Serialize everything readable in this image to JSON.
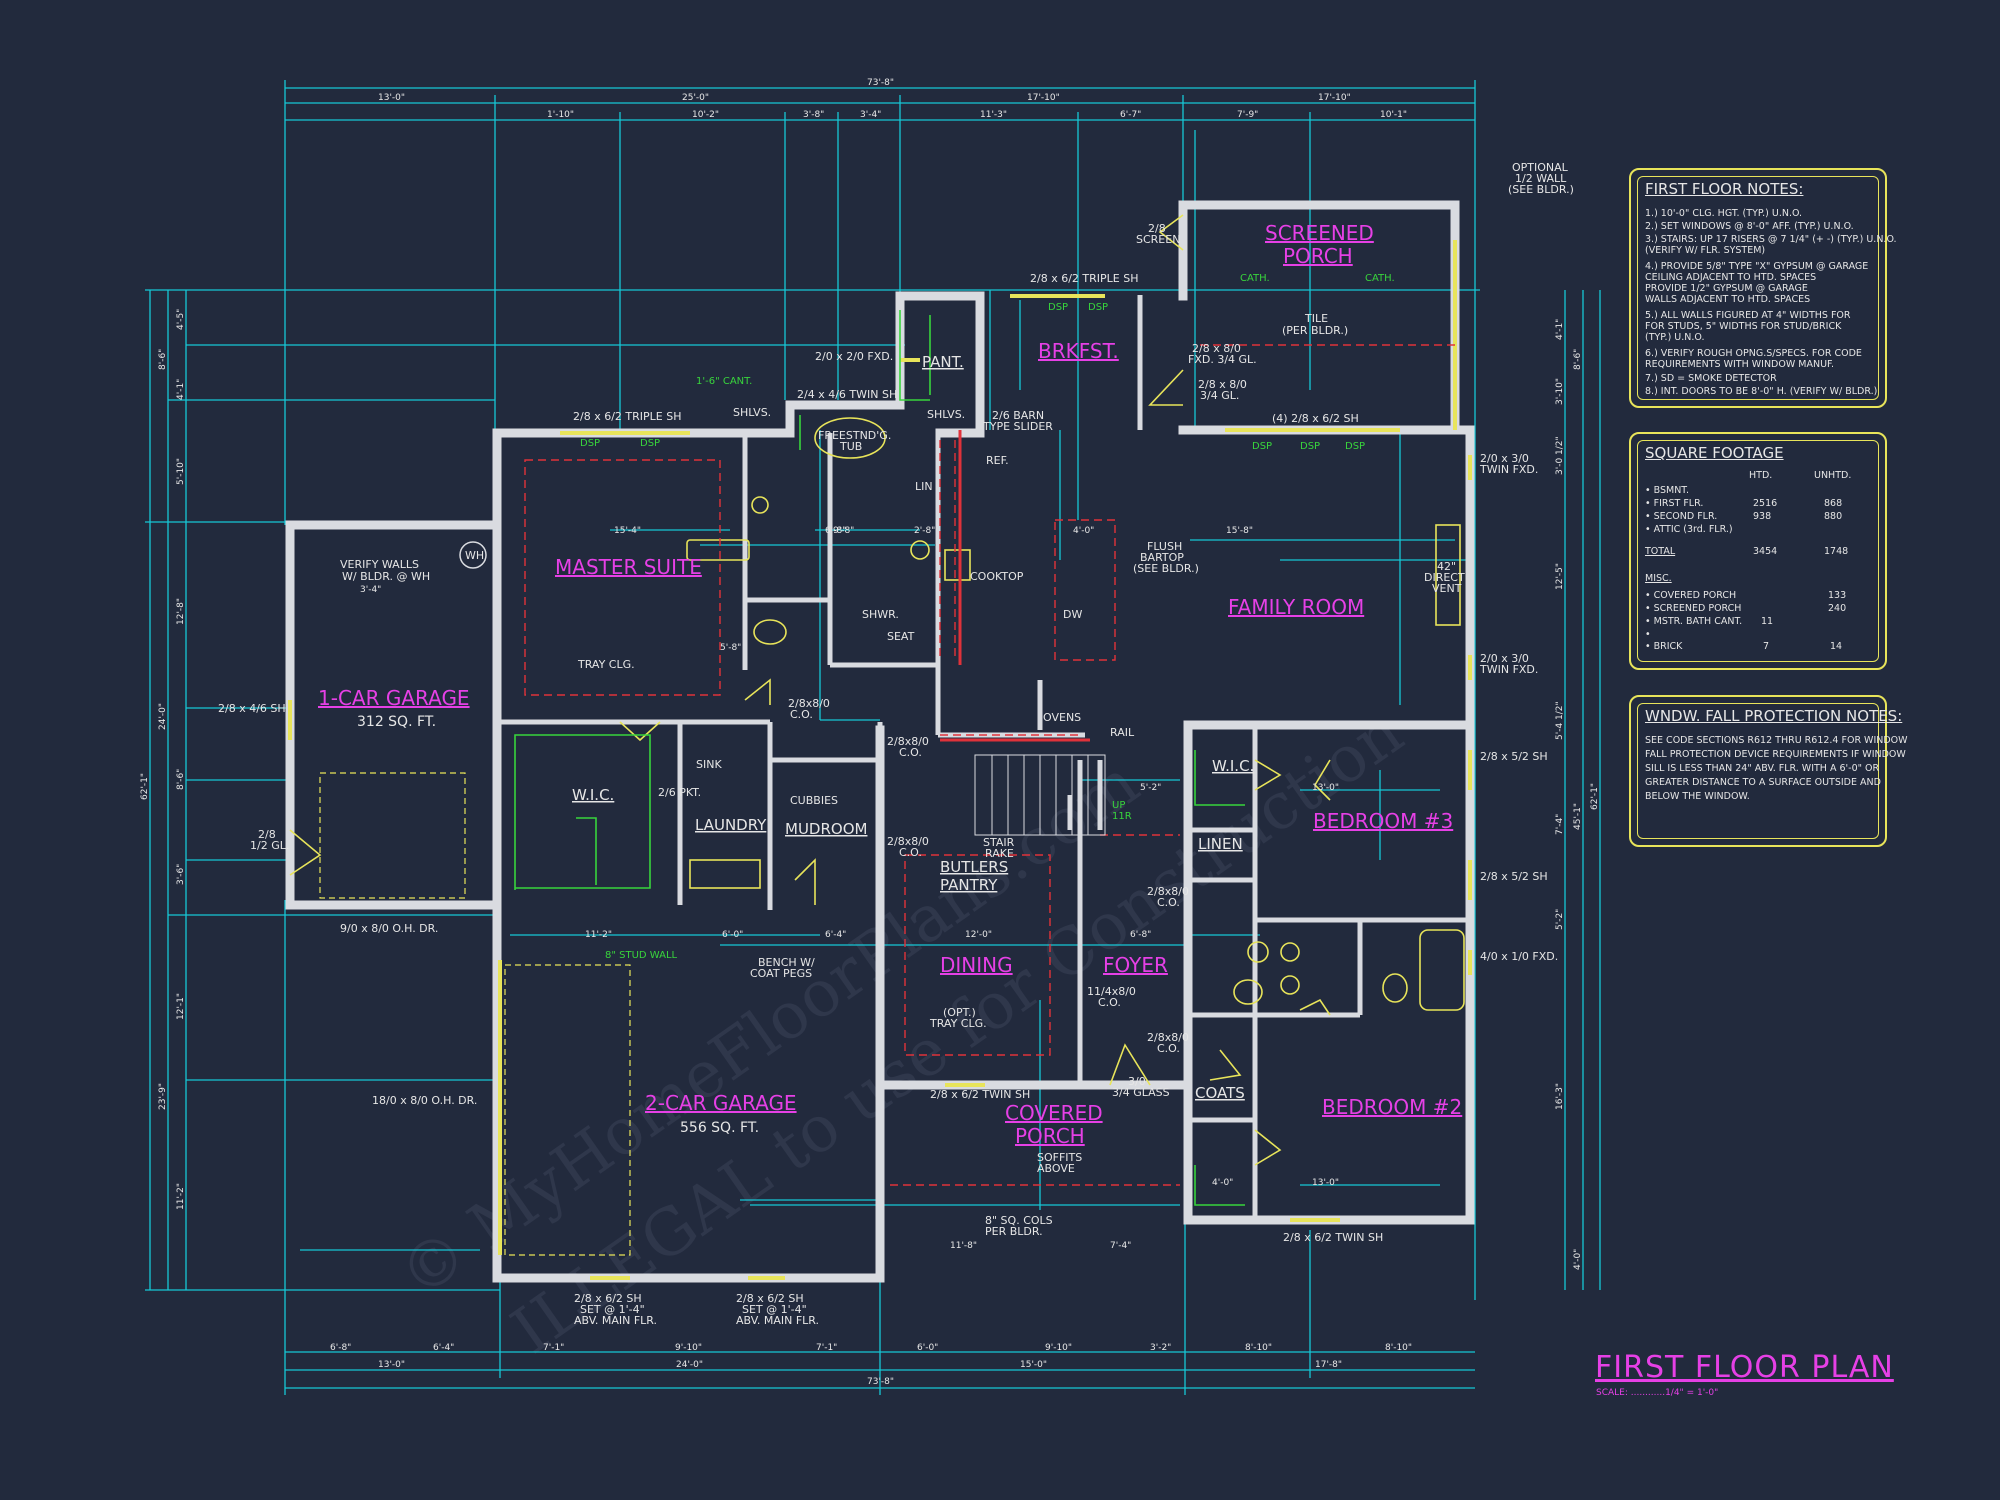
{
  "title": "FIRST FLOOR PLAN",
  "scale": "SCALE: ............1/4\" = 1'-0\"",
  "watermark": [
    "© MyHomeFloorPlans.com",
    "ILLEGAL to use for Construction"
  ],
  "rooms": {
    "screened_porch": [
      "SCREENED",
      "PORCH"
    ],
    "brkfst": "BRKFST.",
    "master_suite": "MASTER SUITE",
    "family_room": "FAMILY ROOM",
    "garage1": "1-CAR GARAGE",
    "garage1_area": "312 SQ. FT.",
    "garage2": "2-CAR GARAGE",
    "garage2_area": "556 SQ. FT.",
    "bedroom3": "BEDROOM #3",
    "bedroom2": "BEDROOM #2",
    "dining": "DINING",
    "foyer": "FOYER",
    "covered_porch": [
      "COVERED",
      "PORCH"
    ],
    "wic": "W.I.C.",
    "laundry": "LAUNDRY",
    "mudroom": "MUDROOM",
    "butlers_pantry": [
      "BUTLERS",
      "PANTRY"
    ],
    "pant": "PANT.",
    "linen": "LINEN",
    "coats": "COATS",
    "wic2": "W.I.C."
  },
  "labels": {
    "optional_wall": [
      "OPTIONAL",
      "1/2 WALL",
      "(SEE BLDR.)"
    ],
    "screen": [
      "2/8",
      "SCREEN"
    ],
    "cath1": "CATH.",
    "cath2": "CATH.",
    "tile": [
      "TILE",
      "(PER BLDR.)"
    ],
    "triple_sh_top": "2/8 x 6/2 TRIPLE SH",
    "fxd_brk": [
      "2/8 x 8/0",
      "FXD. 3/4 GL."
    ],
    "gl_brk": [
      "2/8 x 8/0",
      "3/4 GL."
    ],
    "fam_sh": "(4) 2/8 x 6/2 SH",
    "dsp": "DSP",
    "fxd_pant": "2/0 x 2/0 FXD.",
    "cant": "1'-6\" CANT.",
    "twin_sh_bath": "2/4 x 4/6 TWIN SH",
    "triple_sh_master": "2/8 x 6/2 TRIPLE SH",
    "shlvs": "SHLVS.",
    "tub": [
      "FREESTND'G.",
      "TUB"
    ],
    "barn": [
      "2/6 BARN",
      "TYPE SLIDER"
    ],
    "ref": "REF.",
    "lin": "LIN",
    "cooktop": "COOKTOP",
    "flush": [
      "FLUSH",
      "BARTOP",
      "(SEE BLDR.)"
    ],
    "dw": "DW",
    "vent": [
      "42\"",
      "DIRECT",
      "VENT"
    ],
    "twin_fxd1": [
      "2/0 x 3/0",
      "TWIN FXD."
    ],
    "twin_fxd2": [
      "2/0 x 3/0",
      "TWIN FXD."
    ],
    "verify": [
      "VERIFY WALLS",
      "W/ BLDR. @ WH"
    ],
    "wh": "WH",
    "tray": "TRAY CLG.",
    "shwr": "SHWR.",
    "seat": "SEAT",
    "sink": "SINK",
    "pkt": "2/6 PKT.",
    "cubbies": "CUBBIES",
    "ovens": "OVENS",
    "rail": "RAIL",
    "stair": [
      "STAIR",
      "RAKE"
    ],
    "up": [
      "UP",
      "11R"
    ],
    "sh46": "2/8 x 4/6 SH",
    "half_gl": [
      "2/8",
      "1/2 GL."
    ],
    "ohdr1": "9/0 x 8/0 O.H. DR.",
    "ohdr2": "18/0 x 8/0 O.H. DR.",
    "stud": "8\" STUD WALL",
    "bench": [
      "BENCH W/",
      "COAT PEGS"
    ],
    "opt_tray": [
      "(OPT.)",
      "TRAY CLG."
    ],
    "glass": [
      "3/0",
      "3/4 GLASS"
    ],
    "twin_sh_porch": "2/8 x 6/2 TWIN SH",
    "soffits": [
      "SOFFITS",
      "ABOVE"
    ],
    "cols": [
      "8\" SQ. COLS",
      "PER BLDR."
    ],
    "sh52a": "2/8 x 5/2 SH",
    "sh52b": "2/8 x 5/2 SH",
    "fxd41": "4/0 x 1/0 FXD.",
    "twin_sh_bed2": "2/8 x 6/2 TWIN SH",
    "garage_sh1": [
      "2/8 x 6/2 SH",
      "SET @ 1'-4\"",
      "ABV. MAIN FLR."
    ],
    "garage_sh2": [
      "2/8 x 6/2 SH",
      "SET @ 1'-4\"",
      "ABV. MAIN FLR."
    ],
    "co_a": [
      "2/8x8/0",
      "C.O."
    ],
    "co_b": [
      "2/8x8/0",
      "C.O."
    ],
    "co_c": [
      "2/8x8/0",
      "C.O."
    ],
    "co_d": [
      "11/4x8/0",
      "C.O."
    ],
    "co_e": [
      "2/8x8/0",
      "C.O."
    ],
    "co_f": [
      "2/8x8/0",
      "C.O."
    ]
  },
  "dims": {
    "top_total": "73'-8\"",
    "top_row2": [
      "13'-0\"",
      "25'-0\"",
      "17'-10\"",
      "17'-10\""
    ],
    "top_row3": [
      "1'-10\"",
      "10'-2\"",
      "3'-8\"",
      "3'-4\"",
      "11'-3\"",
      "6'-7\"",
      "7'-9\"",
      "10'-1\""
    ],
    "bottom_total": "73'-8\"",
    "bottom_row2": [
      "13'-0\"",
      "24'-0\"",
      "15'-0\"",
      "17'-8\""
    ],
    "bottom_row3": [
      "6'-8\"",
      "6'-4\"",
      "7'-1\"",
      "9'-10\"",
      "7'-1\"",
      "6'-0\"",
      "9'-10\"",
      "3'-2\"",
      "8'-10\"",
      "8'-10\""
    ],
    "left_total": "62'-1\"",
    "left_row": [
      "8'-6\"",
      "24'-0\"",
      "23'-9\""
    ],
    "left_row2": [
      "4'-5\"",
      "4'-1\"",
      "5'-10\"",
      "12'-8\"",
      "8'-6\"",
      "3'-6\"",
      "12'-1\"",
      "11'-2\""
    ],
    "right_total": "62'-1\"",
    "right_row": [
      "8'-6\"",
      "45'-1\"",
      "4'-0\""
    ],
    "right_row2": [
      "4'-1\"",
      "3'-10\"",
      "3'-0 1/2\"",
      "12'-5\"",
      "5'-4 1/2\"",
      "7'-4\"",
      "5'-2\"",
      "16'-3\""
    ],
    "interior": [
      "15'-4\"",
      "15'-8\"",
      "13'-0\"",
      "13'-0\"",
      "11'-2\"",
      "12'-0\"",
      "6'-0\"",
      "6'-4\"",
      "9'-8\"",
      "5'-8\"",
      "4'-0\"",
      "2'-8\"",
      "3'-4\"",
      "11'-8\"",
      "7'-4\"",
      "5'-2\"",
      "6'-8\"",
      "4'-0\"",
      "6'-8\""
    ]
  },
  "notes": {
    "title": "FIRST FLOOR NOTES:",
    "items": [
      "1.) 10'-0\" CLG. HGT. (TYP.) U.N.O.",
      "2.) SET WINDOWS @ 8'-0\" AFF. (TYP.) U.N.O.",
      "3.) STAIRS: UP 17 RISERS @ 7 1/4\" (+ -) (TYP.) U.N.O.",
      "    (VERIFY W/ FLR. SYSTEM)",
      "4.) PROVIDE 5/8\" TYPE \"X\" GYPSUM @ GARAGE",
      "    CEILING ADJACENT TO HTD. SPACES",
      "    PROVIDE 1/2\" GYPSUM @ GARAGE",
      "    WALLS ADJACENT TO HTD. SPACES",
      "5.) ALL WALLS FIGURED AT 4\" WIDTHS FOR",
      "    FOR STUDS, 5\" WIDTHS FOR STUD/BRICK",
      "    (TYP.) U.N.O.",
      "6.) VERIFY ROUGH OPNG.S/SPECS. FOR CODE",
      "    REQUIREMENTS WITH WINDOW MANUF.",
      "7.) SD = SMOKE DETECTOR",
      "8.) INT. DOORS TO BE 8'-0\" H. (VERIFY W/ BLDR.)"
    ]
  },
  "sqft": {
    "title": "SQUARE FOOTAGE",
    "col_htd": "HTD.",
    "col_unhtd": "UNHTD.",
    "rows": [
      {
        "label": "• BSMNT.",
        "htd": "",
        "unhtd": ""
      },
      {
        "label": "• FIRST FLR.",
        "htd": "2516",
        "unhtd": "868"
      },
      {
        "label": "• SECOND FLR.",
        "htd": "938",
        "unhtd": "880"
      },
      {
        "label": "• ATTIC (3rd. FLR.)",
        "htd": "",
        "unhtd": ""
      },
      {
        "label": "TOTAL",
        "htd": "3454",
        "unhtd": "1748"
      },
      {
        "label": "MISC.",
        "htd": "",
        "unhtd": ""
      },
      {
        "label": "• COVERED PORCH",
        "htd": "",
        "unhtd": "133"
      },
      {
        "label": "• SCREENED PORCH",
        "htd": "",
        "unhtd": "240"
      },
      {
        "label": "• MSTR. BATH CANT.",
        "htd": "11",
        "unhtd": ""
      },
      {
        "label": "•",
        "htd": "",
        "unhtd": ""
      },
      {
        "label": "• BRICK",
        "htd": "7",
        "unhtd": "14"
      }
    ]
  },
  "fall": {
    "title": "WNDW. FALL PROTECTION NOTES:",
    "items": [
      "SEE CODE SECTIONS R612 THRU R612.4 FOR WINDOW",
      "FALL PROTECTION DEVICE REQUIREMENTS IF WINDOW",
      "SILL IS LESS THAN 24\" ABV. FLR. WITH A 6'-0\" OR",
      "GREATER DISTANCE TO A SURFACE OUTSIDE AND",
      "BELOW THE WINDOW."
    ]
  },
  "colors": {
    "background": "#222a3d",
    "dimension": "#17c7d6",
    "wall": "#d9dbe0",
    "room_label": "#e640e6",
    "window": "#e8e45a"
  }
}
